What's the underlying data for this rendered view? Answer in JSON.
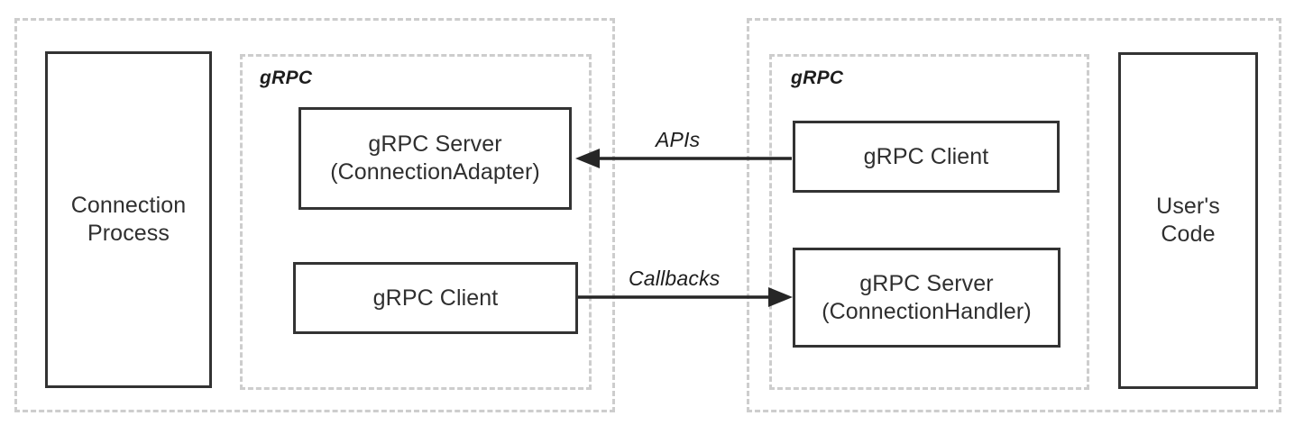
{
  "diagram": {
    "title": "gRPC Connection Process / User's Code architecture",
    "colors": {
      "solid_border": "#333333",
      "dashed_border": "#cdcdcd",
      "arrow": "#262626",
      "text": "#2f2f2f",
      "background": "#ffffff"
    }
  },
  "left_group": {
    "caption": "",
    "process_box": {
      "label": "Connection\nProcess"
    },
    "grpc_group": {
      "caption": "gRPC",
      "boxes": [
        {
          "label": "gRPC Server\n(ConnectionAdapter)"
        },
        {
          "label": "gRPC Client"
        }
      ]
    }
  },
  "right_group": {
    "caption": "",
    "grpc_group": {
      "caption": "gRPC",
      "boxes": [
        {
          "label": "gRPC Client"
        },
        {
          "label": "gRPC Server\n(ConnectionHandler)"
        }
      ]
    },
    "user_code_box": {
      "label": "User's\nCode"
    }
  },
  "connections": [
    {
      "label": "APIs",
      "from": "right gRPC Client",
      "to": "left gRPC Server (ConnectionAdapter)",
      "direction": "right-to-left"
    },
    {
      "label": "Callbacks",
      "from": "left gRPC Client",
      "to": "right gRPC Server (ConnectionHandler)",
      "direction": "left-to-right"
    }
  ]
}
